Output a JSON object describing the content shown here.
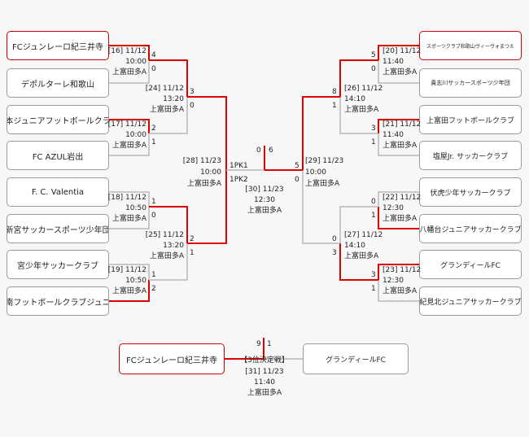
{
  "teams": [
    {
      "name": "FCジュンレーロ紀三井寺",
      "win": true
    },
    {
      "name": "デポルターレ和歌山",
      "win": false
    },
    {
      "name": "串本ジュニアフットボールクラブ",
      "win": false
    },
    {
      "name": "FC AZUL岩出",
      "win": false
    },
    {
      "name": "F. C. Valentia",
      "win": false
    },
    {
      "name": "新宮サッカースポーツ少年団",
      "win": false
    },
    {
      "name": "宮少年サッカークラブ",
      "win": false
    },
    {
      "name": "海南フットボールクラブジュニア",
      "win": false
    },
    {
      "name": "スポーツクラブ和歌山ヴィーヴォまつえ",
      "win": true
    },
    {
      "name": "貴志川サッカースポーツ少年団",
      "win": false
    },
    {
      "name": "上富田フットボールクラブ",
      "win": false
    },
    {
      "name": "塩屋Jr. サッカークラブ",
      "win": false
    },
    {
      "name": "伏虎少年サッカークラブ",
      "win": false
    },
    {
      "name": "八幡台ジュニアサッカークラブ",
      "win": false
    },
    {
      "name": "グランディールFC",
      "win": false
    },
    {
      "name": "紀見北ジュニアサッカークラブ",
      "win": false
    }
  ],
  "matches": {
    "m16": {
      "label": "[16] 11/12",
      "time": "10:00",
      "venue": "上富田多A",
      "s1": "4",
      "s2": "0"
    },
    "m17": {
      "label": "[17] 11/12",
      "time": "10:00",
      "venue": "上富田多A",
      "s1": "2",
      "s2": "1"
    },
    "m18": {
      "label": "[18] 11/12",
      "time": "10:50",
      "venue": "上富田多A",
      "s1": "1",
      "s2": "0"
    },
    "m19": {
      "label": "[19] 11/12",
      "time": "10:50",
      "venue": "上富田多A",
      "s1": "1",
      "s2": "2"
    },
    "m24": {
      "label": "[24] 11/12",
      "time": "13:20",
      "venue": "上富田多A",
      "s1": "3",
      "s2": "0"
    },
    "m25": {
      "label": "[25] 11/12",
      "time": "13:20",
      "venue": "上富田多A",
      "s1": "2",
      "s2": "1"
    },
    "m28": {
      "label": "[28] 11/23",
      "time": "10:00",
      "venue": "上富田多A",
      "pk1": "1PK1",
      "pk2": "1PK2"
    },
    "m20": {
      "label": "[20] 11/12",
      "time": "11:40",
      "venue": "上富田多A",
      "s1": "5",
      "s2": "0"
    },
    "m21": {
      "label": "[21] 11/12",
      "time": "11:40",
      "venue": "上富田多A",
      "s1": "3",
      "s2": "1"
    },
    "m22": {
      "label": "[22] 11/12",
      "time": "12:30",
      "venue": "上富田多A",
      "s1": "0",
      "s2": "1"
    },
    "m23": {
      "label": "[23] 11/12",
      "time": "12:30",
      "venue": "上富田多A",
      "s1": "3",
      "s2": "1"
    },
    "m26": {
      "label": "[26] 11/12",
      "time": "14:10",
      "venue": "上富田多A",
      "s1": "8",
      "s2": "1"
    },
    "m27": {
      "label": "[27] 11/12",
      "time": "14:10",
      "venue": "上富田多A",
      "s1": "0",
      "s2": "3"
    },
    "m29": {
      "label": "[29] 11/23",
      "time": "10:00",
      "venue": "上富田多A",
      "s1": "5",
      "s2": "0"
    },
    "final": {
      "label": "[30] 11/23",
      "time": "12:30",
      "venue": "上富田多A",
      "s1": "0",
      "s2": "6"
    },
    "third": {
      "title": "【3位決定戦】",
      "label": "[31] 11/23",
      "time": "11:40",
      "venue": "上富田多A",
      "s1": "9",
      "s2": "1",
      "team1": "FCジュンレーロ紀三井寺",
      "team2": "グランディールFC"
    }
  },
  "colors": {
    "win": "#dd0000",
    "lose": "#b8b8b8",
    "box_win": "#cc0000",
    "box_border": "#9a9a9a",
    "bg": "#f7f7f7"
  }
}
